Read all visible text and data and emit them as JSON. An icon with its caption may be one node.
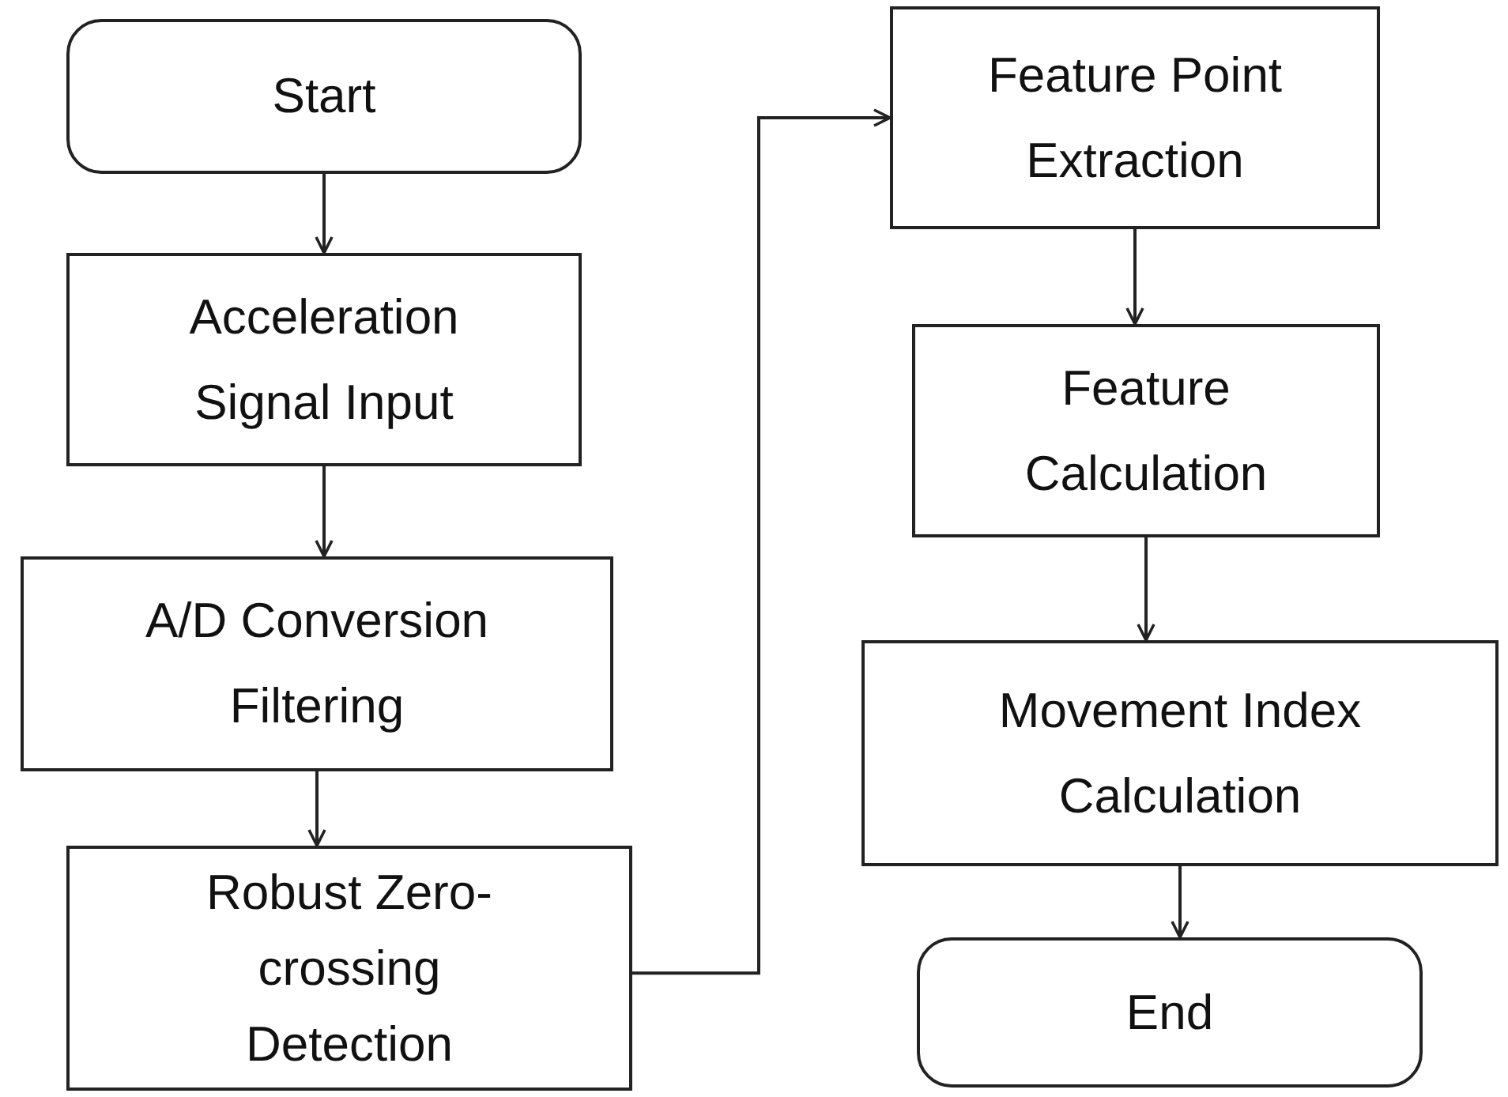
{
  "diagram": {
    "nodes": [
      {
        "text": [
          "Start"
        ]
      },
      {
        "text": [
          "Acceleration Signal Input"
        ]
      },
      {
        "text": [
          "A/D Conversion Filtering"
        ]
      },
      {
        "text": [
          "Robust Zero-crossing Detection"
        ]
      },
      {
        "text": [
          "Feature Point Extraction"
        ]
      },
      {
        "text": [
          "Feature Calculation"
        ]
      },
      {
        "text": [
          "Movement Index Calculation"
        ]
      },
      {
        "text": [
          "End"
        ]
      }
    ],
    "edges": [
      {
        "from": 0,
        "to": 1,
        "arrow": "to"
      },
      {
        "from": 1,
        "to": 2,
        "arrow": "to"
      },
      {
        "from": 2,
        "to": 3,
        "arrow": "to"
      },
      {
        "from": 3,
        "to": 4,
        "arrow": "to"
      },
      {
        "from": 4,
        "to": 5,
        "arrow": "to"
      },
      {
        "from": 5,
        "to": 6,
        "arrow": "to"
      },
      {
        "from": 6,
        "to": 7,
        "arrow": "to"
      }
    ]
  }
}
